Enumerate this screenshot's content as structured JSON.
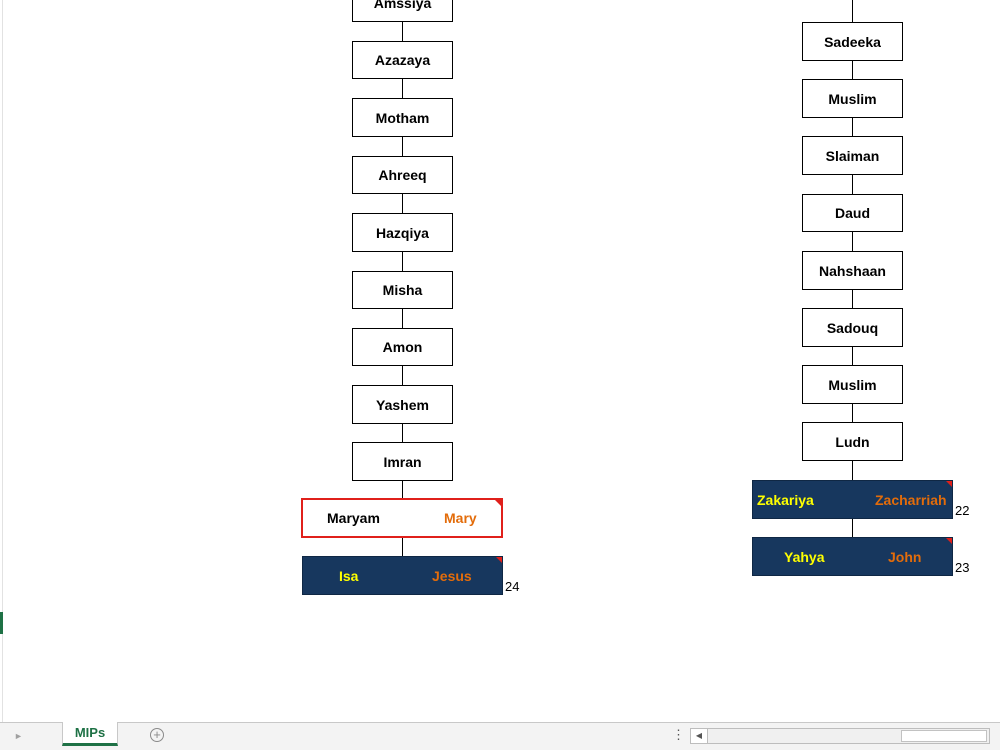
{
  "left_tree": {
    "boxes": [
      "Amssiya",
      "Azazaya",
      "Motham",
      "Ahreeq",
      "Hazqiya",
      "Misha",
      "Amon",
      "Yashem",
      "Imran"
    ],
    "maryam": {
      "arabic": "Maryam",
      "english": "Mary"
    },
    "isa": {
      "arabic": "Isa",
      "english": "Jesus",
      "number": "24"
    }
  },
  "right_tree": {
    "boxes": [
      "Sadeeka",
      "Muslim",
      "Slaiman",
      "Daud",
      "Nahshaan",
      "Sadouq",
      "Muslim",
      "Ludn"
    ],
    "zakariya": {
      "arabic": "Zakariya",
      "english": "Zacharriah",
      "number": "22"
    },
    "yahya": {
      "arabic": "Yahya",
      "english": "John",
      "number": "23"
    }
  },
  "sheet_tabs": [
    {
      "label": "MIPs",
      "active": true
    }
  ],
  "colors": {
    "navy": "#17375e",
    "yellow": "#ffff00",
    "orange": "#e36c0a",
    "red": "#e0201b",
    "excel_green": "#1e7145"
  },
  "icons": [
    "scroll-left-icon",
    "add-sheet-icon",
    "vertical-dots-icon",
    "scroll-left-arrow-icon"
  ]
}
